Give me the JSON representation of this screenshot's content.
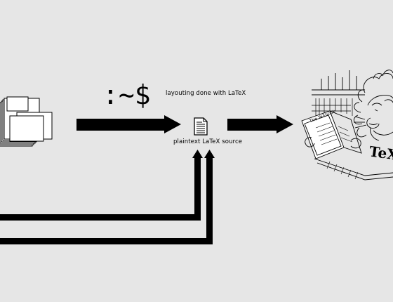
{
  "diagram": {
    "prompt_text": ":~$",
    "layout_caption": "layouting done with LaTeX",
    "source_caption": "plaintext LaTeX source",
    "book_title": "The TeXbook",
    "tex_mark": "TeX"
  },
  "icons": {
    "documents": "stacked-documents-icon",
    "source": "text-file-icon",
    "illustration": "tex-lion-icon"
  },
  "colors": {
    "background": "#e6e6e6",
    "ink": "#000000",
    "paper": "#ffffff"
  }
}
